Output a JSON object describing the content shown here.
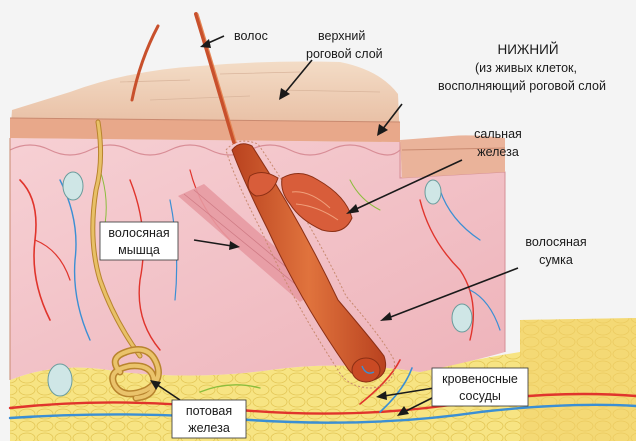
{
  "labels": {
    "hair": "волос",
    "stratum_upper_1": "верхний",
    "stratum_upper_2": "роговой слой",
    "lower_1": "НИЖНИЙ",
    "lower_2": "(из живых клеток,",
    "lower_3": "восполняющий роговой слой",
    "sebaceous_1": "сальная",
    "sebaceous_2": "железа",
    "follicle_1": "волосяная",
    "follicle_2": "сумка",
    "muscle_1": "волосяная",
    "muscle_2": "мышца",
    "vessels_1": "кровеносные",
    "vessels_2": "сосуды",
    "sweat_1": "потовая",
    "sweat_2": "железа"
  },
  "colors": {
    "epidermis": "#eecdb4",
    "epidermis_dark": "#d9a184",
    "dermis": "#f2c2c6",
    "fat": "#f6e27a",
    "hair": "#c8502c",
    "follicle": "#d4622f",
    "artery": "#e0342c",
    "vein": "#3b8fd4",
    "nerve": "#8bbd3c"
  }
}
